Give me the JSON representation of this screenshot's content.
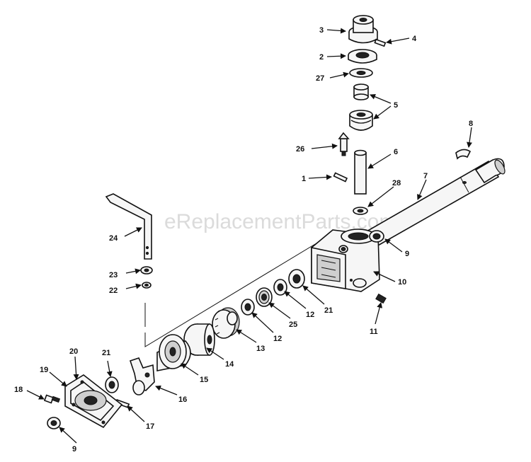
{
  "watermark": "eReplacementParts.com",
  "callouts": {
    "c1": "1",
    "c2": "2",
    "c3": "3",
    "c4": "4",
    "c5": "5",
    "c6": "6",
    "c7": "7",
    "c8": "8",
    "c9a": "9",
    "c9b": "9",
    "c10": "10",
    "c11": "11",
    "c12a": "12",
    "c12b": "12",
    "c13": "13",
    "c14": "14",
    "c15": "15",
    "c16": "16",
    "c17": "17",
    "c18": "18",
    "c19": "19",
    "c20": "20",
    "c21a": "21",
    "c21b": "21",
    "c22": "22",
    "c23": "23",
    "c24": "24",
    "c25": "25",
    "c26": "26",
    "c27": "27",
    "c28": "28"
  }
}
